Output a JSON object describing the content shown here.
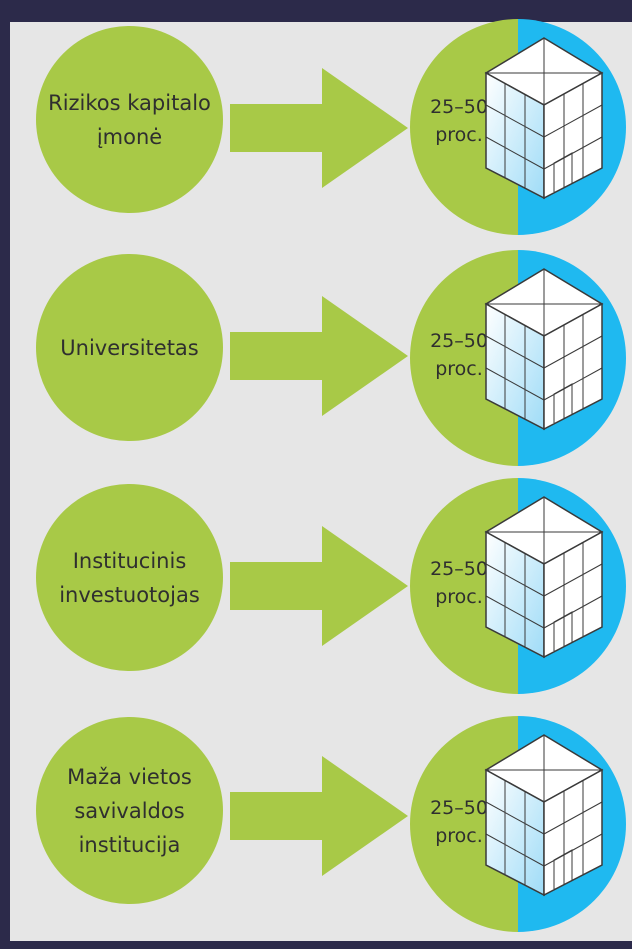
{
  "rows": [
    {
      "source": "Rizikos kapitalo\nįmonė",
      "share": "25–50",
      "unit": "proc."
    },
    {
      "source": "Universitetas",
      "share": "25–50",
      "unit": "proc."
    },
    {
      "source": "Institucinis\ninvestuotojas",
      "share": "25–50",
      "unit": "proc."
    },
    {
      "source": "Maža vietos\nsavivaldos\ninstitucija",
      "share": "25–50",
      "unit": "proc."
    }
  ],
  "colors": {
    "green": "#a8c947",
    "blue": "#1fb9f0",
    "background": "#e6e6e6",
    "frame": "#2c2a4a"
  },
  "icons": [
    "arrow-right-icon",
    "building-cube-icon"
  ]
}
